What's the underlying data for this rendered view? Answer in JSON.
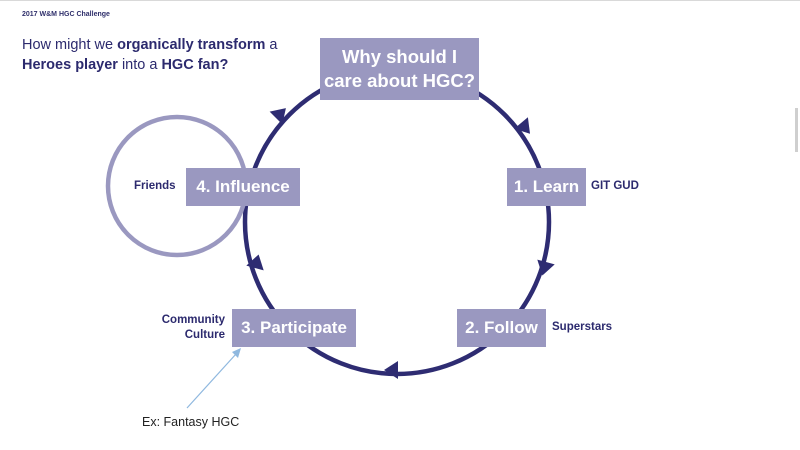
{
  "slide": {
    "header": "2017 W&M HGC Challenge",
    "question": {
      "part1": "How might we ",
      "bold1": "organically transform",
      "part2": " a ",
      "bold2": "Heroes player",
      "part3": " into a ",
      "bold3": "HGC fan?"
    }
  },
  "diagram": {
    "center": {
      "line1": "Why should I",
      "line2": "care about HGC?"
    },
    "steps": [
      {
        "label": "1. Learn",
        "note": "GIT GUD"
      },
      {
        "label": "2. Follow",
        "note": "Superstars"
      },
      {
        "label": "3. Participate",
        "note_line1": "Community",
        "note_line2": "Culture"
      },
      {
        "label": "4. Influence",
        "note": "Friends"
      }
    ],
    "example": "Ex: Fantasy HGC"
  },
  "colors": {
    "cycle": "#2e2c72",
    "box": "#9a98c0",
    "friend_circle": "#9a98c0",
    "pointer": "#8fb8df"
  }
}
